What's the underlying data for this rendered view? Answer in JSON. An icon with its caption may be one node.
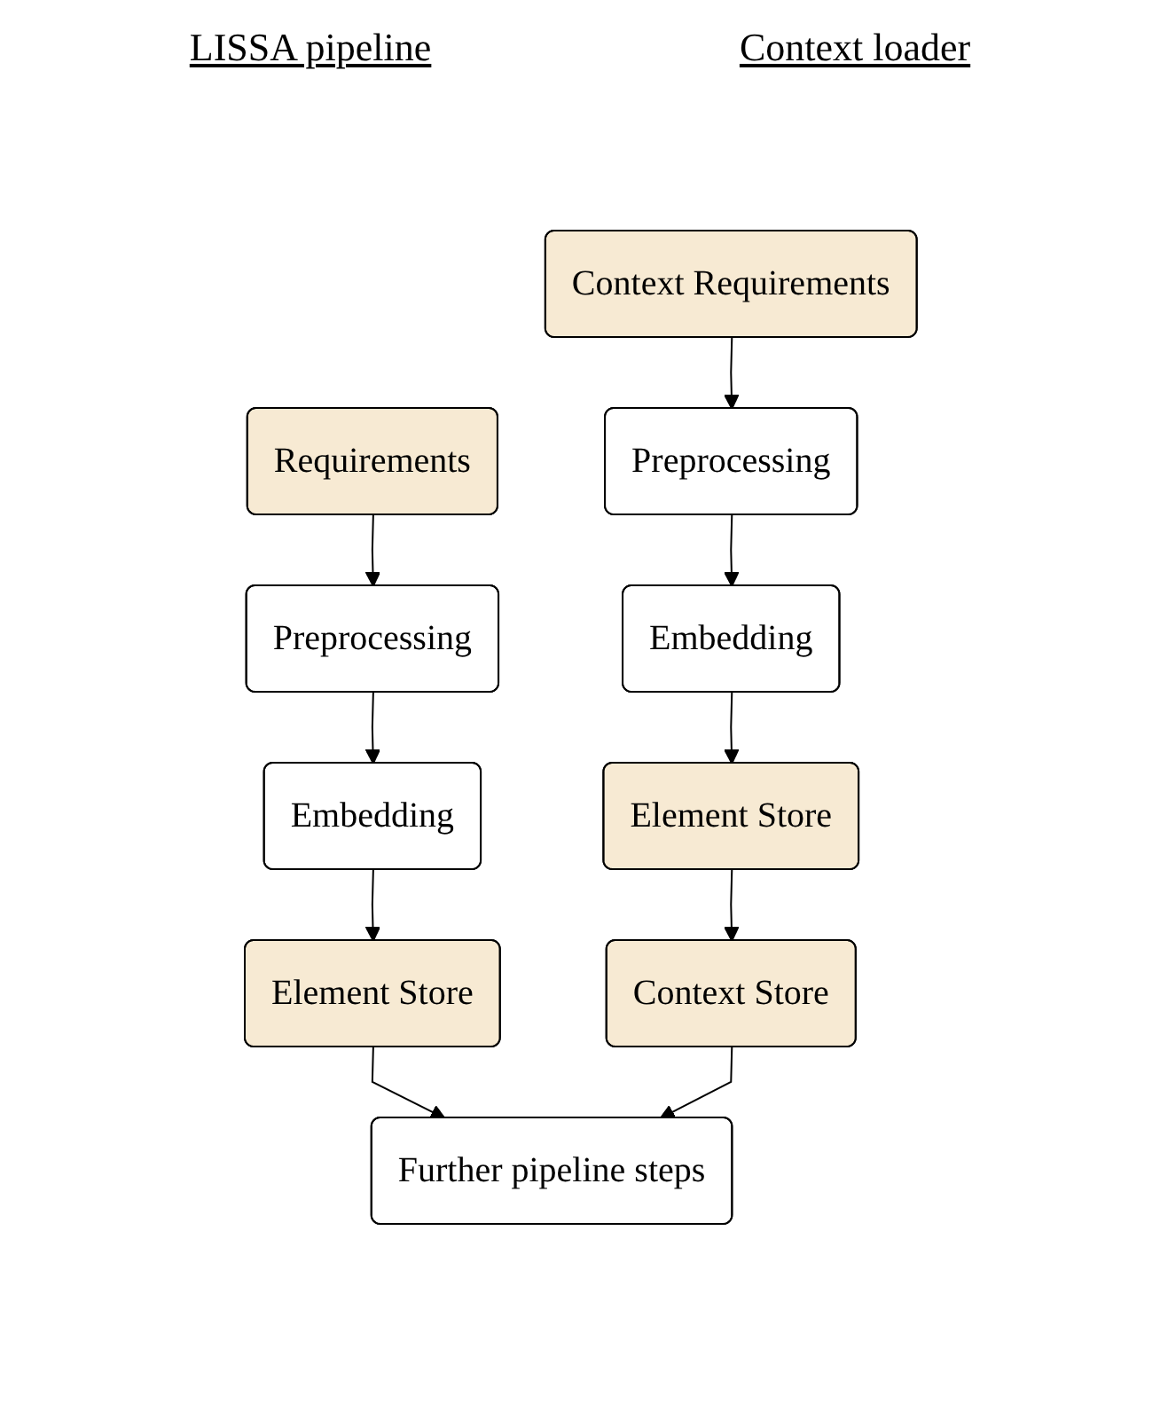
{
  "diagram": {
    "nodes": [
      {
        "text": [
          "Requirements"
        ]
      },
      {
        "text": [
          "Preprocessing"
        ]
      },
      {
        "text": [
          "Embedding"
        ]
      },
      {
        "text": [
          "Element Store"
        ]
      },
      {
        "text": [
          "Further pipeline steps"
        ]
      },
      {
        "text": [
          "Context Requirements"
        ]
      },
      {
        "text": [
          "Preprocessing"
        ]
      },
      {
        "text": [
          "Embedding"
        ]
      },
      {
        "text": [
          "Element Store"
        ]
      },
      {
        "text": [
          "Context Store"
        ]
      }
    ],
    "edges": [
      {
        "from": 0,
        "to": 1,
        "arrow": "to"
      },
      {
        "from": 1,
        "to": 2,
        "arrow": "to"
      },
      {
        "from": 2,
        "to": 3,
        "arrow": "to"
      },
      {
        "from": 3,
        "to": 4,
        "arrow": "to"
      },
      {
        "from": 5,
        "to": 6,
        "arrow": "to"
      },
      {
        "from": 6,
        "to": 7,
        "arrow": "to"
      },
      {
        "from": 7,
        "to": 8,
        "arrow": "to"
      },
      {
        "from": 8,
        "to": 9,
        "arrow": "to"
      },
      {
        "from": 9,
        "to": 4,
        "arrow": "to"
      }
    ],
    "labels": [
      "LISSA pipeline",
      "Context loader"
    ]
  }
}
